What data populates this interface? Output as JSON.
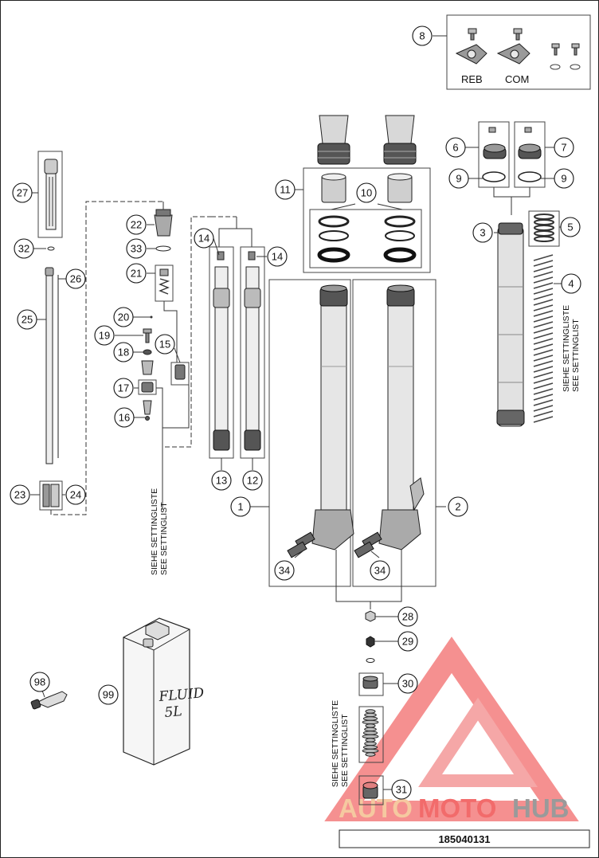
{
  "callouts": {
    "c1": "1",
    "c2": "2",
    "c3": "3",
    "c4": "4",
    "c5": "5",
    "c6": "6",
    "c7": "7",
    "c8": "8",
    "c9a": "9",
    "c9b": "9",
    "c10": "10",
    "c11": "11",
    "c12": "12",
    "c13": "13",
    "c14a": "14",
    "c14b": "14",
    "c15": "15",
    "c16": "16",
    "c17": "17",
    "c18": "18",
    "c19": "19",
    "c20": "20",
    "c21": "21",
    "c22": "22",
    "c23": "23",
    "c24": "24",
    "c25": "25",
    "c26": "26",
    "c27": "27",
    "c28": "28",
    "c29": "29",
    "c30": "30",
    "c31": "31",
    "c32": "32",
    "c33": "33",
    "c34a": "34",
    "c34b": "34",
    "c98": "98",
    "c99": "99"
  },
  "labels": {
    "reb": "REB",
    "com": "COM",
    "siehe_settingliste": "SIEHE SETTINGLISTE",
    "see_settinglist": "SEE SETTINGLIST",
    "fluid_line1": "FLUID",
    "fluid_line2": "5L"
  },
  "watermark": {
    "auto": "AUTO",
    "moto": "MOTO",
    "hub": "HUB",
    "color_light": "#f5c9a0",
    "color_red": "#f26b6b",
    "color_grey": "#9a9a9a"
  },
  "drawing_code": "185040131"
}
